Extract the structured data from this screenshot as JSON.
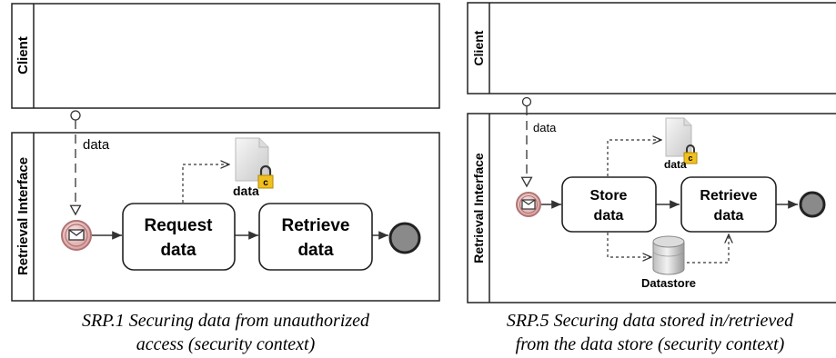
{
  "diagram_left": {
    "lane_top": "Client",
    "lane_bottom": "Retrieval Interface",
    "flow_label": "data",
    "task1": {
      "line1": "Request",
      "line2": "data"
    },
    "task2": {
      "line1": "Retrieve",
      "line2": "data"
    },
    "doc_label": "data",
    "lock_letter": "c",
    "caption": {
      "line1": "SRP.1 Securing data from unauthorized",
      "line2": "access (security context)"
    }
  },
  "diagram_right": {
    "lane_top": "Client",
    "lane_bottom": "Retrieval Interface",
    "flow_label": "data",
    "task1": {
      "line1": "Store",
      "line2": "data"
    },
    "task2": {
      "line1": "Retrieve",
      "line2": "data"
    },
    "doc_label": "data",
    "lock_letter": "c",
    "datastore_label": "Datastore",
    "caption": {
      "line1": "SRP.5 Securing data stored in/retrieved",
      "line2": "from the data store (security context)"
    }
  },
  "colors": {
    "stroke": "#222222",
    "message_event_fill": "#e7b8b8",
    "message_event_stroke": "#b07474",
    "end_event_fill": "#8a8a8a",
    "lock_fill": "#f0c020",
    "document_fill": "#ececec"
  }
}
